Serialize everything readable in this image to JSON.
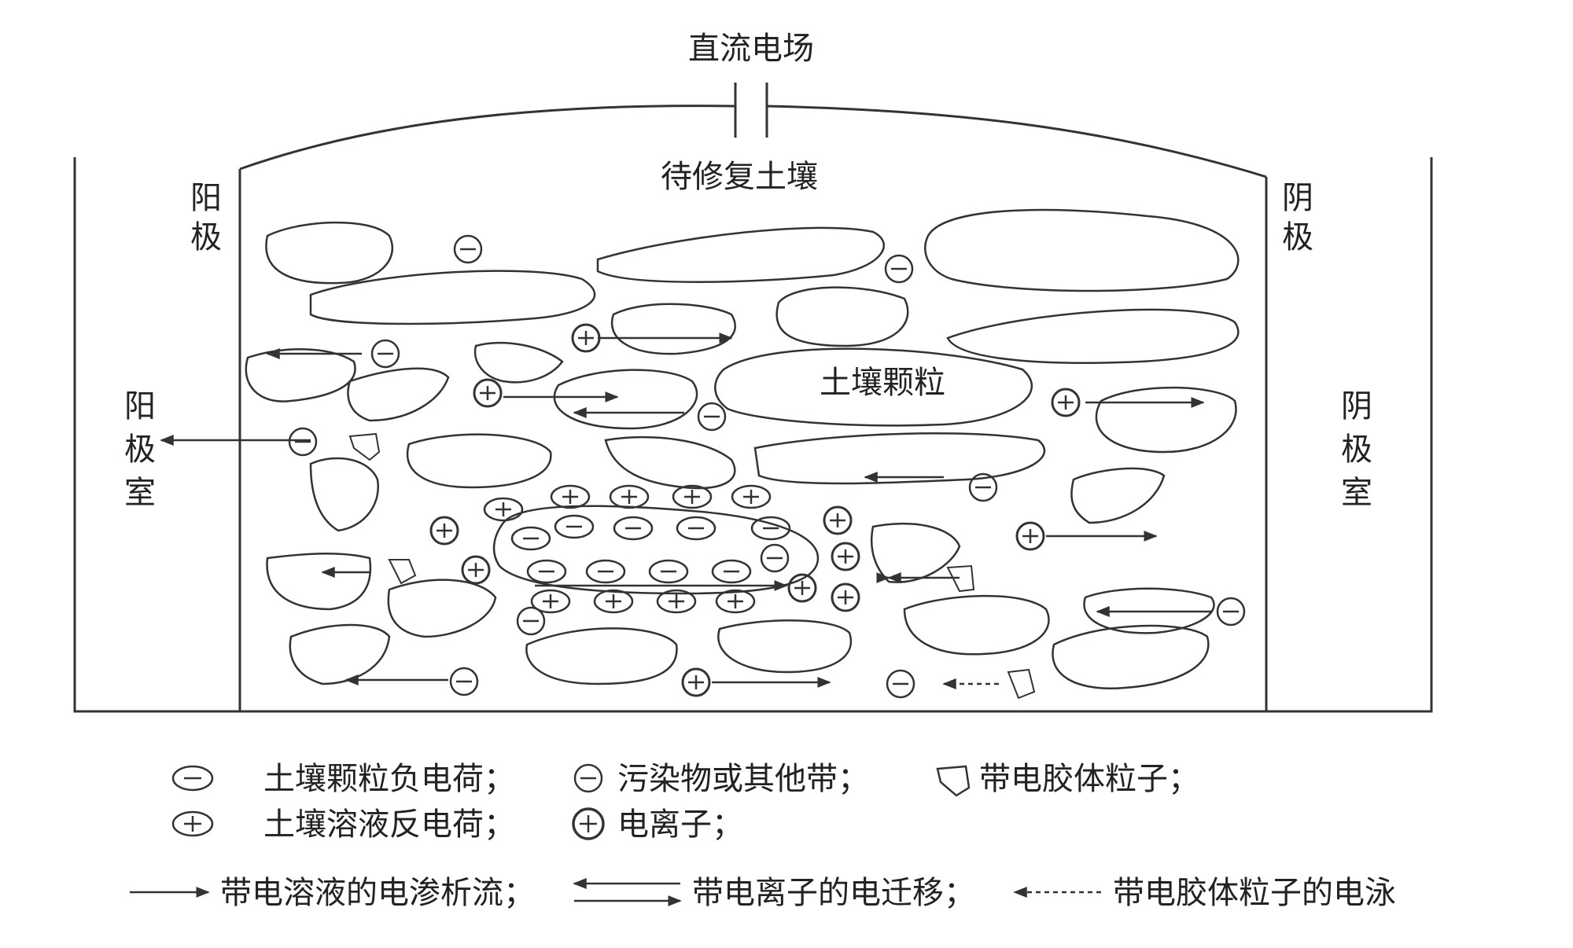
{
  "diagram": {
    "title": "直流电场",
    "soil_label": "待修复土壤",
    "particle_label": "土壤颗粒",
    "anode_label": [
      "阳",
      "极"
    ],
    "cathode_label": [
      "阴",
      "极"
    ],
    "anode_chamber_label": [
      "阳",
      "极",
      "室"
    ],
    "cathode_chamber_label": [
      "阴",
      "极",
      "室"
    ]
  },
  "legend": {
    "soil_negative": "土壤颗粒负电荷；",
    "pollutant": "污染物或其他带；",
    "colloid": "带电胶体粒子；",
    "solution_counter": "土壤溶液反电荷；",
    "ion": "电离子；",
    "electroosmosis": "带电溶液的电渗析流；",
    "electromigration": "带电离子的电迁移；",
    "electrophoresis": "带电胶体粒子的电泳"
  },
  "colors": {
    "stroke": "#333333",
    "background": "#ffffff"
  }
}
